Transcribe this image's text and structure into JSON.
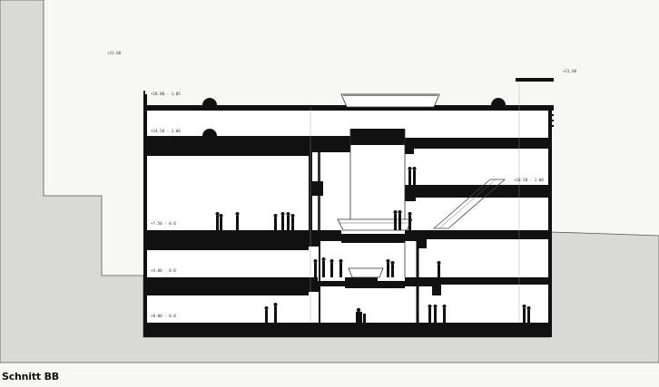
{
  "caption": "Schnitt BB",
  "colors": {
    "ink": "#111111",
    "terrain": "#d8d8d6",
    "paper": "#f7f7f5",
    "void": "#ffffff"
  },
  "level_labels": {
    "roof": "+18.00 · 1.05",
    "floor_2": "+14.50 · 2.00",
    "mezzanine": "+10.50 · 1.00",
    "floor_1": "+7.50 · 0.0",
    "floor_0": "+4.00 · 0.0",
    "floor_minus1": "+0.00 · 0.0"
  },
  "elevation_marks": {
    "left": "+23.00",
    "right": "+21.00"
  }
}
